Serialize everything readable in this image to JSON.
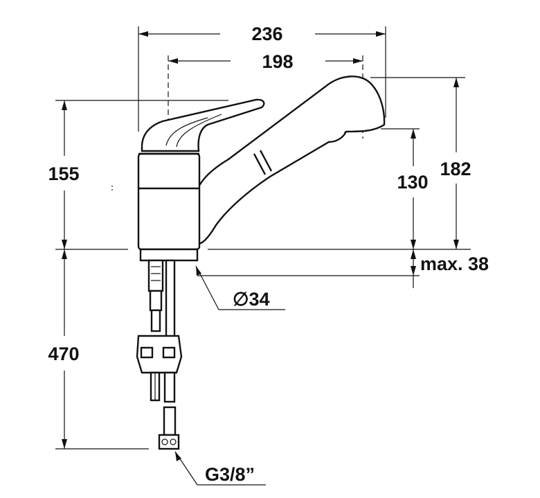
{
  "dimensions": {
    "width_total": "236",
    "width_spout": "198",
    "height_body": "155",
    "height_spout_tip": "182",
    "height_spout_outlet": "130",
    "deck_thickness": "max. 38",
    "hole_diameter": "∅34",
    "below_deck_length": "470",
    "connection_thread": "G3/8”"
  }
}
